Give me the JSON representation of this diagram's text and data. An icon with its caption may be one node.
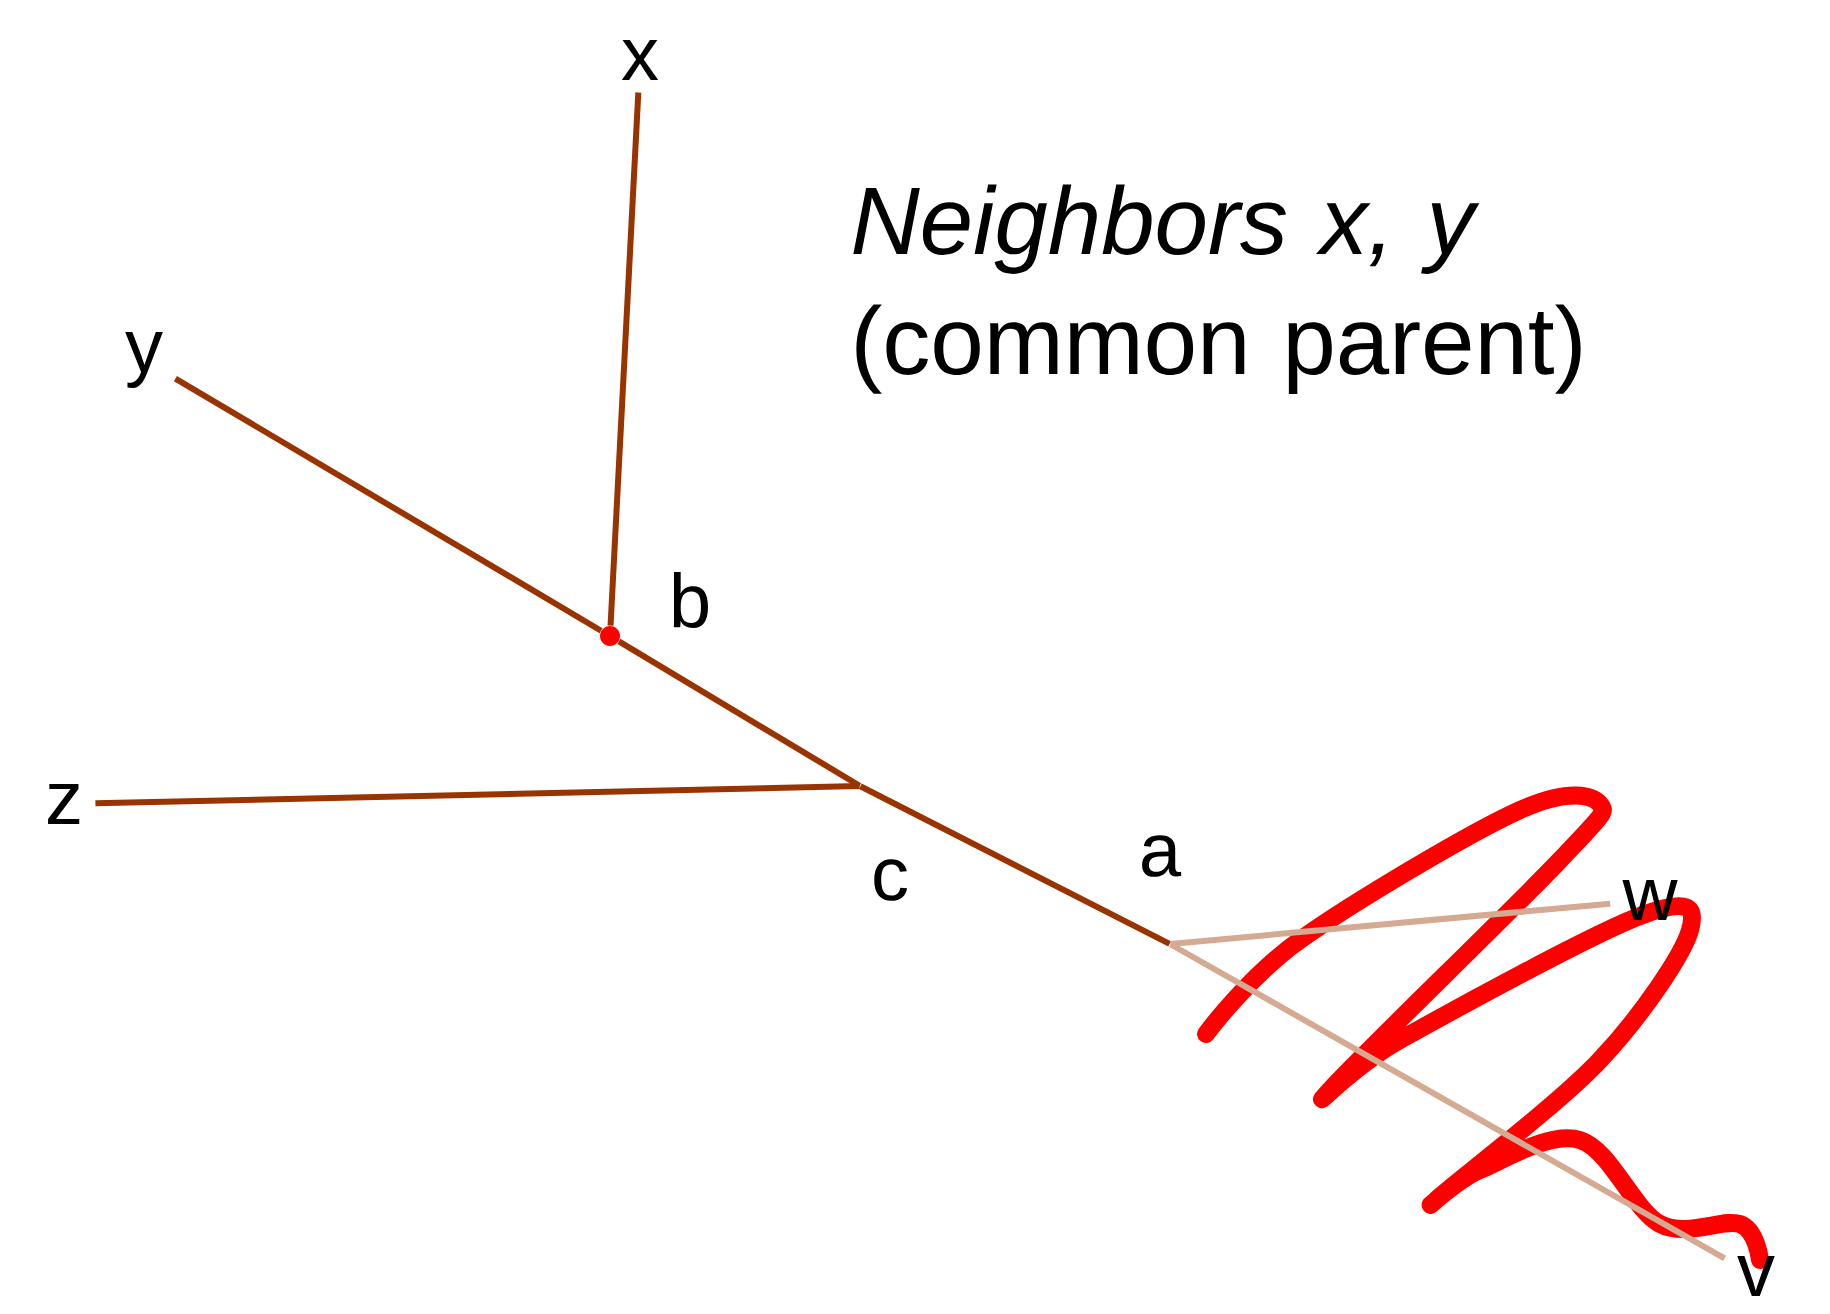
{
  "diagram": {
    "title": "*Neighbors x, y* (common parent)",
    "nodes": [
      {
        "text": [
          "x"
        ]
      },
      {
        "text": [
          "y"
        ]
      },
      {
        "text": [],
        "shape": "dot",
        "beside": [
          "b"
        ]
      },
      {
        "text": [
          "z"
        ]
      },
      {
        "text": [],
        "shape": "point",
        "beside": [
          "c"
        ]
      },
      {
        "text": [],
        "shape": "point",
        "beside": [
          "a"
        ]
      },
      {
        "text": [
          "w"
        ]
      },
      {
        "text": [
          "v"
        ]
      }
    ],
    "edges": [
      {
        "from": 1,
        "to": 2,
        "arrow": "none"
      },
      {
        "from": 0,
        "to": 2,
        "arrow": "none"
      },
      {
        "from": 2,
        "to": 4,
        "arrow": "none"
      },
      {
        "from": 3,
        "to": 4,
        "arrow": "none"
      },
      {
        "from": 4,
        "to": 5,
        "arrow": "none"
      },
      {
        "from": 5,
        "to": 6,
        "arrow": "none",
        "color": "#d4aa92"
      },
      {
        "from": 5,
        "to": 7,
        "arrow": "none",
        "color": "#d4aa92"
      }
    ]
  }
}
